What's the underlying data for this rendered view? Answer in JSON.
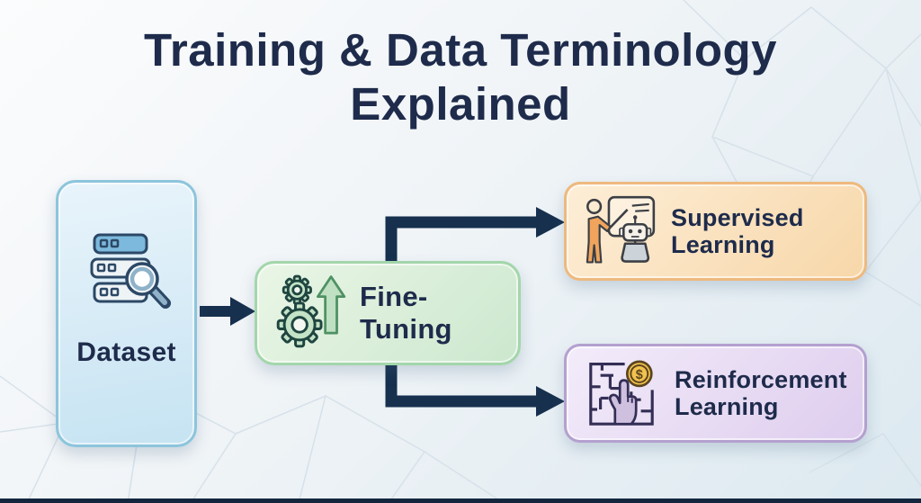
{
  "title": {
    "line1": "Training & Data Terminology",
    "line2": "Explained"
  },
  "nodes": {
    "dataset": {
      "label": "Dataset",
      "icon": "database-search-icon"
    },
    "fine_tuning": {
      "label": "Fine-Tuning",
      "icon": "gears-upgrade-icon"
    },
    "supervised": {
      "label_lines": [
        "Supervised",
        "Learning"
      ],
      "icon": "teacher-robot-icon"
    },
    "reinforcement": {
      "label_lines": [
        "Reinforcement",
        "Learning"
      ],
      "icon": "maze-reward-hand-icon"
    }
  },
  "icons": {
    "coin_symbol": "$"
  },
  "colors": {
    "navy": "#1e2b4b",
    "arrow": "#16304e",
    "mesh": "#d3dfe8",
    "bottom_bar": "#13263e",
    "dataset_fill_a": "#e9f4fb",
    "dataset_fill_b": "#c6e3f2",
    "dataset_border": "#8cc5dc",
    "ft_fill_a": "#eaf6e6",
    "ft_fill_b": "#cce7ce",
    "ft_border": "#a3d6ab",
    "sup_fill_a": "#fdeed7",
    "sup_fill_b": "#f7d7a9",
    "sup_border": "#eeb97e",
    "rl_fill_a": "#f3ecfa",
    "rl_fill_b": "#decdee",
    "rl_border": "#b4a0cf"
  }
}
